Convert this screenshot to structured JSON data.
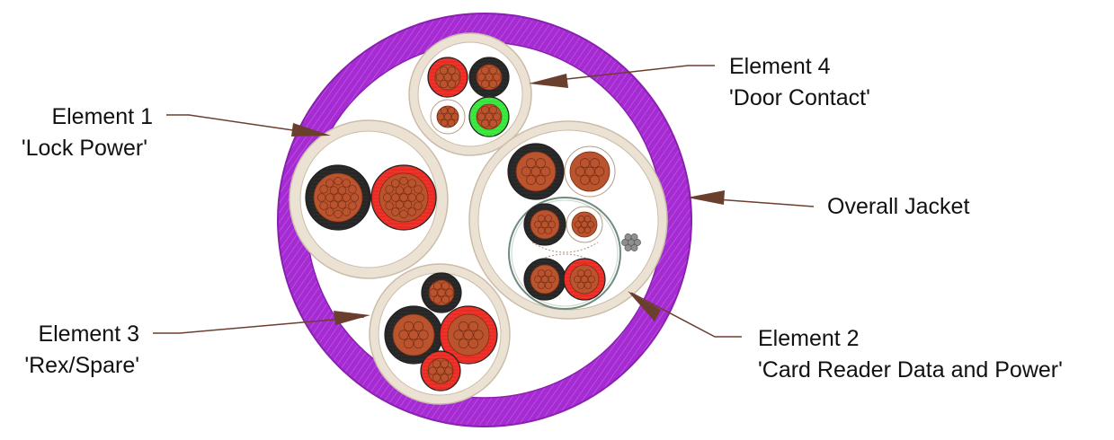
{
  "labels": {
    "element4": {
      "line1": "Element 4",
      "line2": "'Door Contact'"
    },
    "element1": {
      "line1": "Element 1",
      "line2": "'Lock Power'"
    },
    "overall": {
      "line1": "Overall Jacket"
    },
    "element3": {
      "line1": "Element 3",
      "line2": "'Rex/Spare'"
    },
    "element2": {
      "line1": "Element 2",
      "line2": "'Card Reader Data and Power'"
    }
  },
  "colors": {
    "jacket": "#a62bd3",
    "inner_fill": "#ffffff",
    "element_jacket": "#ece2d4",
    "element_jacket_edge": "#cbbca8",
    "copper": "#b9542e",
    "copper_edge": "#7a2e14",
    "insulation_black": "#262626",
    "insulation_red": "#ea2b24",
    "insulation_green": "#36e53b",
    "insulation_white": "#ffffff",
    "drain_wire": "#8f8f8f",
    "pair_shield": "#6f8b7d",
    "leader": "#6b3f2e"
  },
  "icons": [
    "cable-cross-section"
  ]
}
